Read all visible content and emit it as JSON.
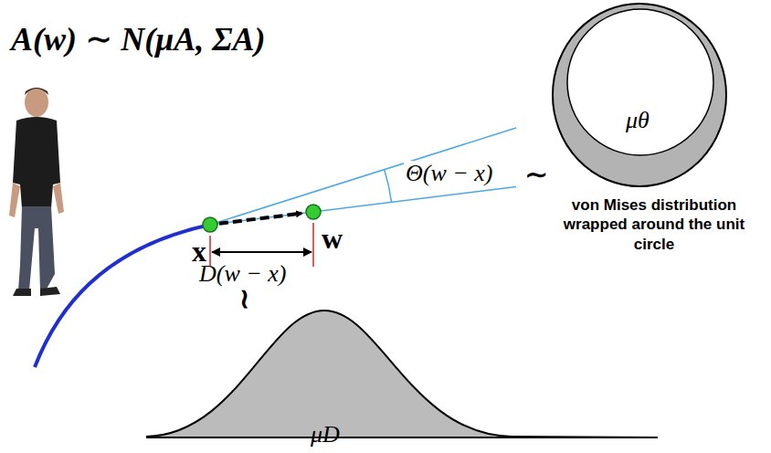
{
  "diagram": {
    "labels": [
      "A(w) ∼ N(μA, ΣA)",
      "Θ(w − x)",
      "∼",
      "μθ",
      "x",
      "w",
      "D(w − x)",
      "≀",
      "von Mises distribution wrapped around the unit circle",
      "μD"
    ]
  }
}
